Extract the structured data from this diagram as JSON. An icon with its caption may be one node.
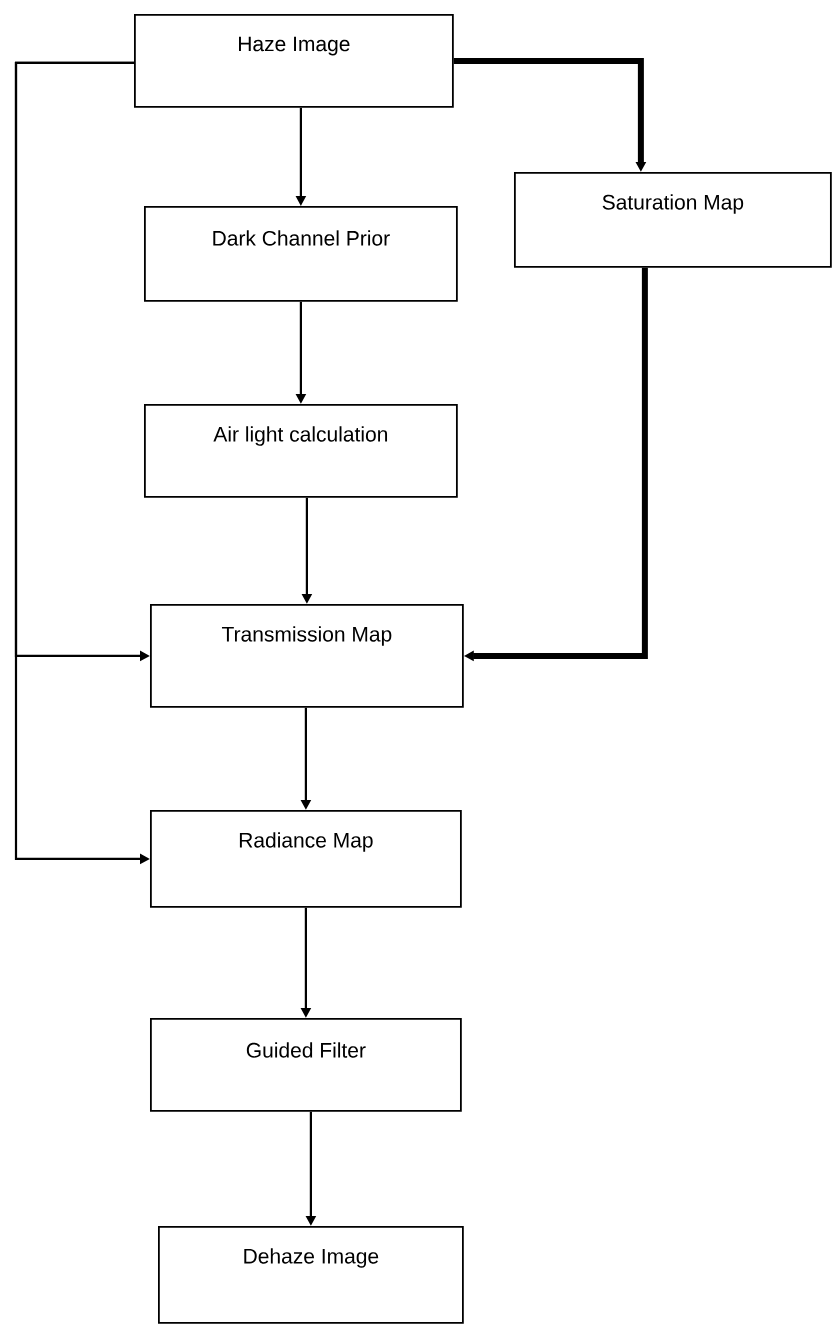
{
  "diagram": {
    "nodes": [
      {
        "text": [
          "Haze Image"
        ]
      },
      {
        "text": [
          "Saturation Map"
        ]
      },
      {
        "text": [
          "Dark Channel Prior"
        ]
      },
      {
        "text": [
          "Air light calculation"
        ]
      },
      {
        "text": [
          "Transmission Map"
        ]
      },
      {
        "text": [
          "Radiance Map"
        ]
      },
      {
        "text": [
          "Guided Filter"
        ]
      },
      {
        "text": [
          "Dehaze Image"
        ]
      }
    ],
    "edges": [
      {
        "from": 0,
        "to": 2,
        "arrow": "to"
      },
      {
        "from": 0,
        "to": 1,
        "arrow": "to",
        "style": "thick"
      },
      {
        "from": 2,
        "to": 3,
        "arrow": "to"
      },
      {
        "from": 3,
        "to": 4,
        "arrow": "to"
      },
      {
        "from": 1,
        "to": 4,
        "arrow": "to",
        "style": "thick"
      },
      {
        "from": 0,
        "to": 4,
        "arrow": "to"
      },
      {
        "from": 0,
        "to": 5,
        "arrow": "to"
      },
      {
        "from": 4,
        "to": 5,
        "arrow": "to"
      },
      {
        "from": 5,
        "to": 6,
        "arrow": "to"
      },
      {
        "from": 6,
        "to": 7,
        "arrow": "to"
      }
    ]
  }
}
